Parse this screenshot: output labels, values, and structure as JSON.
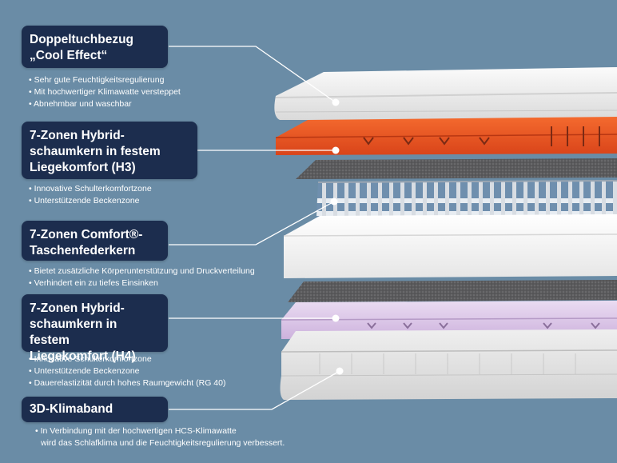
{
  "sections": [
    {
      "title_lines": [
        "Doppeltuchbezug",
        "„Cool Effect“"
      ],
      "bullets": [
        "Sehr gute Feuchtigkeitsregulierung",
        "Mit hochwertiger Klimawatte versteppet",
        "Abnehmbar und waschbar"
      ]
    },
    {
      "title_lines": [
        "7-Zonen Hybrid-",
        "schaumkern in festem",
        "Liegekomfort (H3)"
      ],
      "bullets": [
        "Innovative Schulterkomfortzone",
        "Unterstützende Beckenzone"
      ]
    },
    {
      "title_lines": [
        "7-Zonen Comfort®-",
        "Taschenfederkern"
      ],
      "bullets": [
        "Bietet zusätzliche Körperunterstützung und Druckverteilung",
        "Verhindert ein zu tiefes Einsinken"
      ]
    },
    {
      "title_lines": [
        "7-Zonen Hybrid-",
        "schaumkern in festem",
        "Liegekomfort (H4)"
      ],
      "bullets": [
        "Innovative Schulterkomfortzone",
        "Unterstützende Beckenzone",
        "Dauerelastizität durch hohes Raumgewicht (RG 40)"
      ]
    },
    {
      "title_lines": [
        "3D-Klimaband"
      ],
      "bullets": [
        "• In Verbindung mit der hochwertigen HCS-Klimawatte",
        "wird das Schlafklima und die Feuchtigkeitsregulierung verbessert."
      ]
    }
  ],
  "colors": {
    "background": "#6a8ca6",
    "label_bg": "#1c2d4e",
    "orange_foam": "#e8501a",
    "lilac_foam": "#d9c3e6"
  }
}
